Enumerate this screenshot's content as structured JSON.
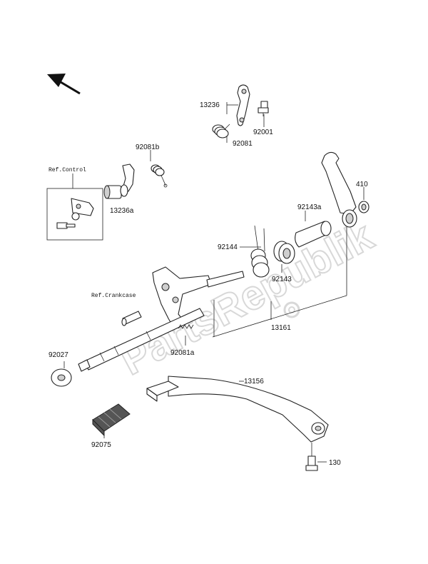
{
  "diagram": {
    "watermark": "PartsRepublik",
    "labels": {
      "p13236": "13236",
      "p92001": "92001",
      "p92081": "92081",
      "p92081b": "92081b",
      "ref_control": "Ref.Control",
      "p13236a": "13236a",
      "p410": "410",
      "p92143a": "92143a",
      "p92144": "92144",
      "p92143": "92143",
      "ref_crankcase": "Ref.Crankcase",
      "p13161": "13161",
      "p92027": "92027",
      "p92081a": "92081a",
      "p13156": "13156",
      "p92075": "92075",
      "p130": "130"
    }
  }
}
